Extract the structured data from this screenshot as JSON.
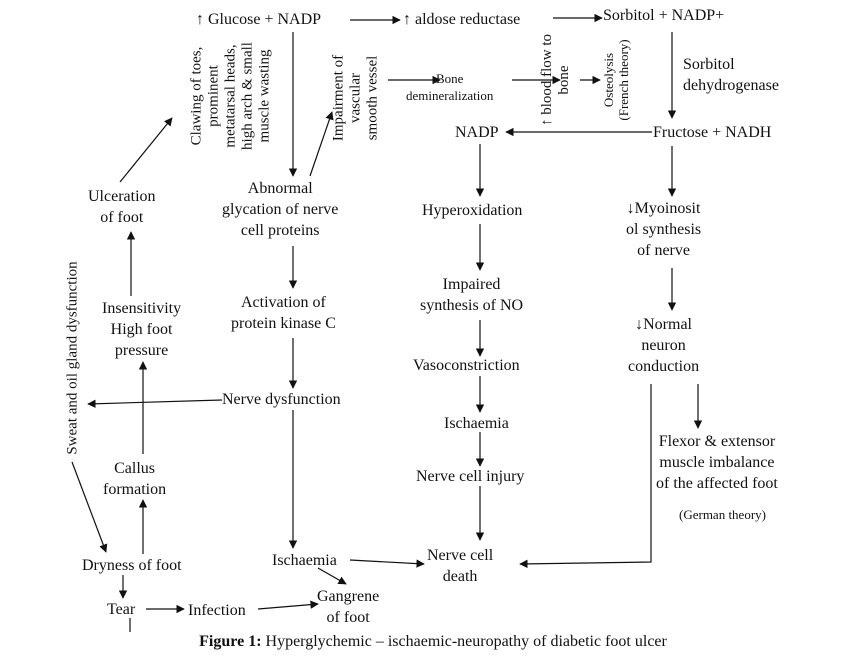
{
  "nodes": {
    "glucose": "↑ Glucose + NADP",
    "aldose": "↑ aldose reductase",
    "sorbitol": "Sorbitol + NADP+",
    "sorbitol_dh": "Sorbitol\ndehydrogenase",
    "fructose": "Fructose + NADH",
    "nadp": "NADP",
    "clawing": "Clawing of toes,\nprominent\nmetatarsal heads,\nhigh arch & small\nmuscle wasting",
    "impairment": "Impairment of\nvascular\nsmooth vessel",
    "bone_demin": "Bone\ndemineralization",
    "blood_flow": "↑ blood flow to\nbone",
    "osteolysis": "Osteolysis\n(French theory)",
    "ulceration": "Ulceration\nof foot",
    "abnormal": "Abnormal\nglycation of nerve\ncell proteins",
    "hyperox": "Hyperoxidation",
    "myoinositol": "↓Myoinosit\nol synthesis\nof nerve",
    "insensitivity": "Insensitivity\nHigh foot\npressure",
    "pkc": "Activation of\nprotein kinase C",
    "impaired_no": "Impaired\nsynthesis of NO",
    "normal_neuron": "↓Normal\nneuron\nconduction",
    "sweat": "Sweat and oil gland dysfunction",
    "nerve_dys": "Nerve dysfunction",
    "vasocon": "Vasoconstriction",
    "ischaemia_mid": "Ischaemia",
    "flexor": "Flexor & extensor\nmuscle imbalance\nof the affected foot",
    "german": "(German theory)",
    "callus": "Callus\nformation",
    "nerve_injury": "Nerve cell injury",
    "dryness": "Dryness of foot",
    "ischaemia_low": "Ischaemia",
    "nerve_death": "Nerve cell\ndeath",
    "gangrene": "Gangrene\nof foot",
    "tear": "Tear",
    "infection": "Infection"
  },
  "caption": {
    "prefix": "Figure 1:",
    "text": " Hyperglychemic – ischaemic-neuropathy of diabetic foot ulcer"
  }
}
